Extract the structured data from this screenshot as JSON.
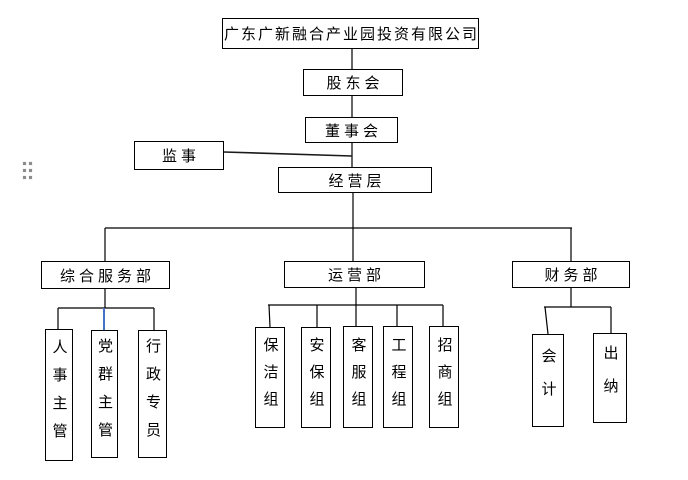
{
  "org": {
    "root": {
      "label": "广东广新融合产业园投资有限公司"
    },
    "shareholders": {
      "label": "股东会"
    },
    "board": {
      "label": "董事会"
    },
    "supervisor": {
      "label": "监事"
    },
    "management": {
      "label": "经营层"
    },
    "departments": [
      {
        "label": "综合服务部",
        "children": [
          {
            "label": "人事主管"
          },
          {
            "label": "党群主管"
          },
          {
            "label": "行政专员"
          }
        ]
      },
      {
        "label": "运营部",
        "children": [
          {
            "label": "保洁组"
          },
          {
            "label": "安保组"
          },
          {
            "label": "客服组"
          },
          {
            "label": "工程组"
          },
          {
            "label": "招商组"
          }
        ]
      },
      {
        "label": "财务部",
        "children": [
          {
            "label": "会计"
          },
          {
            "label": "出纳"
          }
        ]
      }
    ]
  },
  "colors": {
    "line": "#000000",
    "selected_connector": "#4472c4",
    "box_border": "#000000",
    "box_fill": "#ffffff",
    "drag_handle": "#8c8c8c",
    "canvas_bg": "#ffffff"
  }
}
